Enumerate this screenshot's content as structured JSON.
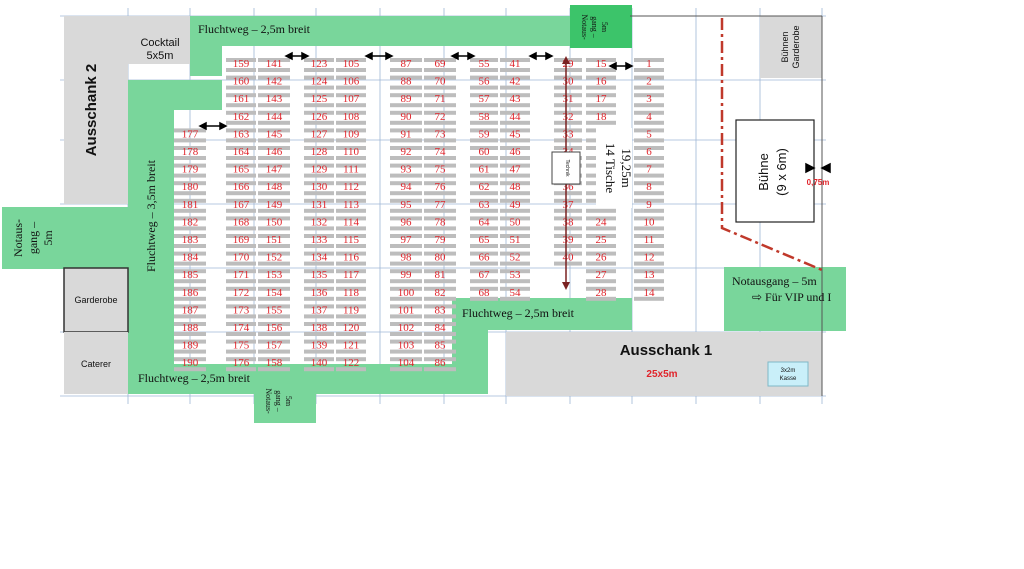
{
  "areas": {
    "ausschank2": "Ausschank 2",
    "cocktail_line1": "Cocktail",
    "cocktail_line2": "5x5m",
    "notausgang_left_lines": [
      "Notaus-",
      "gang –",
      "5m"
    ],
    "garderobe": "Garderobe",
    "caterer": "Caterer",
    "buehnen_garderobe_lines": [
      "Bühnen",
      "Garderobe"
    ],
    "buehne_lines": [
      "Bühne",
      "(9 x 6m)"
    ],
    "buehne_gap": "0,75m",
    "ausschank1": "Ausschank 1",
    "ausschank1_size": "25x5m",
    "kasse_lines": [
      "3x2m",
      "Kasse"
    ],
    "notausgang_right_line1": "Notausgang – 5m",
    "notausgang_right_line2": "⇨  Für VIP und I",
    "notausgang_top_lines": [
      "Notaus-",
      "gang –",
      "5m"
    ],
    "notausgang_bottom_lines": [
      "Notaus-",
      "gang –",
      "5m"
    ],
    "tische_lines": [
      "14 Tische",
      "19,25m"
    ],
    "technik": "Technik"
  },
  "fluchtwege": {
    "top": "Fluchtweg – 2,5m breit",
    "left": "Fluchtweg – 3,5m breit",
    "middle": "Fluchtweg – 2,5m breit",
    "bottom": "Fluchtweg – 2,5m breit"
  },
  "tables": {
    "left_block": {
      "a_start": 177,
      "a_end": 190,
      "b_start": 159,
      "b_end": 176,
      "c_start": 141,
      "c_end": 158
    },
    "middle_left_block": {
      "a_start": 123,
      "a_end": 140,
      "b_start": 105,
      "b_end": 122
    },
    "middle_block": {
      "a_start": 87,
      "a_end": 104,
      "b_start": 69,
      "b_end": 86
    },
    "middle_right_block": {
      "a_start": 55,
      "a_end": 68,
      "b_start": 41,
      "b_end": 54
    },
    "right_block": {
      "a_start": 29,
      "a_end": 40,
      "b_start": 15,
      "b_end": 28
    },
    "stage_row": {
      "start": 1,
      "end": 14
    }
  },
  "colors": {
    "fluchtweg": "#79d69b",
    "fluchtweg_dark": "#3cc46a",
    "bar": "#d9d9d9",
    "table_number": "#e0242b",
    "stage_line": "#c0392b",
    "grid": "#9fb6d6"
  }
}
